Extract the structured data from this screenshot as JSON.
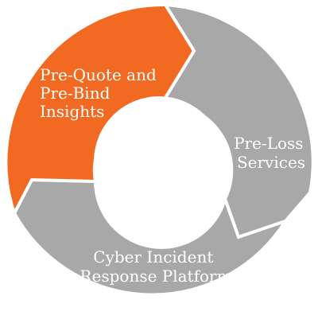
{
  "colors": {
    "active": "#f26a21",
    "inactive": "#a8a8a8",
    "background": "#ffffff",
    "label_text": "#ffffff"
  },
  "segments": [
    {
      "id": "pre-quote",
      "label_lines": [
        "Pre-Quote and",
        "Pre-Bind",
        "Insights"
      ],
      "color": "#f26a21",
      "highlighted": true
    },
    {
      "id": "pre-loss",
      "label_lines": [
        "Pre-Loss",
        "Services"
      ],
      "color": "#a8a8a8",
      "highlighted": false
    },
    {
      "id": "cyber-incident",
      "label_lines": [
        "Cyber Incident",
        "Response Platform"
      ],
      "color": "#a8a8a8",
      "highlighted": false
    }
  ]
}
